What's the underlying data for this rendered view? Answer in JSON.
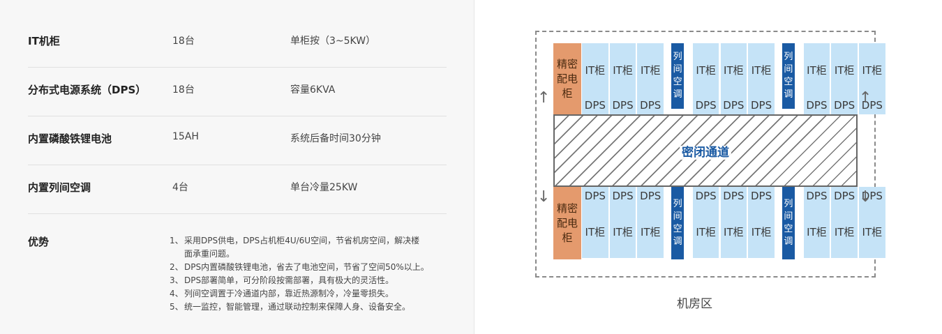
{
  "specs": [
    {
      "name": "IT机柜",
      "value": "18台",
      "note": "单柜按（3~5KW）"
    },
    {
      "name": "分布式电源系统（DPS）",
      "value": "18台",
      "note": "容量6KVA"
    },
    {
      "name": "内置磷酸铁锂电池",
      "value": "15AH",
      "note": "系统后备时间30分钟"
    },
    {
      "name": "内置列间空调",
      "value": "4台",
      "note": "单台冷量25KW"
    }
  ],
  "advantages": {
    "title": "优势",
    "items": [
      {
        "num": "1、",
        "text": "采用DPS供电，DPS占机柜4U/6U空间，节省机房空间，解决楼面承重问题。"
      },
      {
        "num": "2、",
        "text": "DPS内置磷酸铁锂电池，省去了电池空间，节省了空间50%以上。"
      },
      {
        "num": "3、",
        "text": "DPS部署简单，可分阶段按需部署，具有极大的灵活性。"
      },
      {
        "num": "4、",
        "text": "列间空调置于冷通道内部，靠近热源制冷，冷量零损失。"
      },
      {
        "num": "5、",
        "text": "统一监控，智能管理，通过联动控制来保障人身、设备安全。"
      }
    ]
  },
  "diagram": {
    "caption": "机房区",
    "aisle_label": "密闭通道",
    "precision_ac_label": "精密配电柜",
    "row_ac_label": "列间空调",
    "it_cabinet_label": "IT柜",
    "dps_label": "DPS",
    "colors": {
      "cabinet": "#c5e3f7",
      "precision": "#e49a6d",
      "row_ac": "#1a5aa3",
      "aisle_text": "#1a5aa3"
    },
    "icons": {
      "up": "arrow-up-icon",
      "down": "arrow-down-icon"
    }
  }
}
